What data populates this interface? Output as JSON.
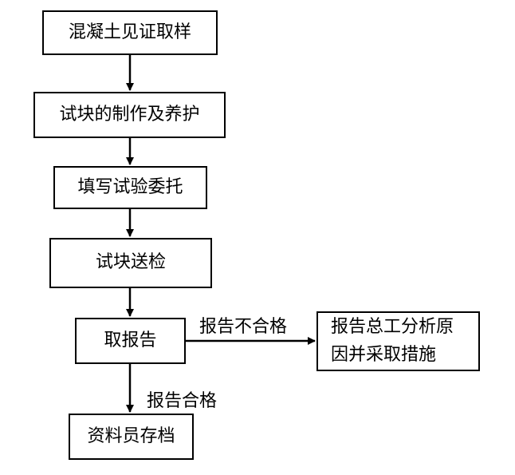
{
  "flowchart": {
    "nodes": {
      "sampling": "混凝土见证取样",
      "specimen": "试块的制作及养护",
      "commission": "填写试验委托",
      "delivery": "试块送检",
      "report": "取报告",
      "archive": "资料员存档",
      "action": "报告总工分析原因并采取措施"
    },
    "edge_labels": {
      "fail": "报告不合格",
      "pass": "报告合格"
    }
  }
}
